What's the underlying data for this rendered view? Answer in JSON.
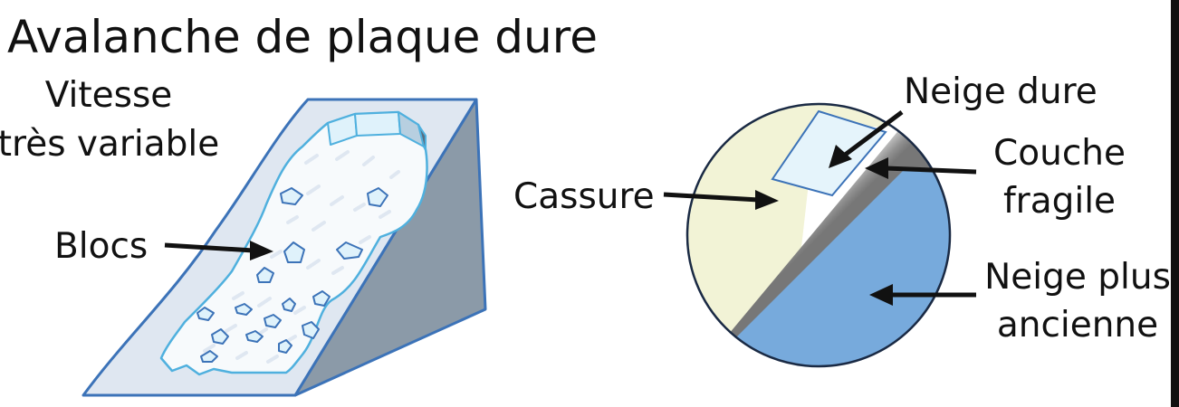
{
  "title": "Avalanche de plaque dure",
  "labels": {
    "speed_line1": "Vitesse",
    "speed_line2": "très variable",
    "blocks": "Blocs",
    "break": "Cassure",
    "hard_snow": "Neige dure",
    "weak_layer_line1": "Couche",
    "weak_layer_line2": "fragile",
    "old_snow_line1": "Neige plus",
    "old_snow_line2": "ancienne"
  },
  "colors": {
    "slope_face": "#dfe7f1",
    "slope_side": "#8b9aa8",
    "outline": "#3c73b8",
    "avalanche_edge": "#4fb0de",
    "avalanche_fill": "#f7fafc",
    "block_fill": "#dff2fb",
    "pale_zone": "#f2f3d6",
    "old_snow": "#77aadc",
    "hard_snow": "#e5f4fb",
    "arrow": "#111111"
  }
}
